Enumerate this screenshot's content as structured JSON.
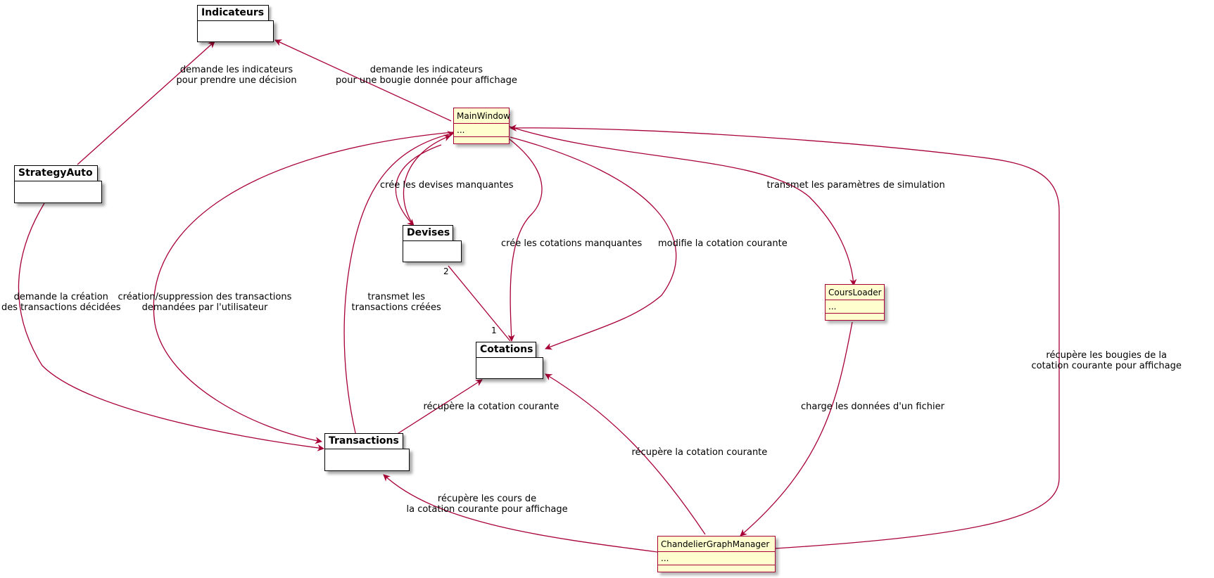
{
  "packages": {
    "indicateurs": "Indicateurs",
    "strategy_auto": "StrategyAuto",
    "devises": "Devises",
    "cotations": "Cotations",
    "transactions": "Transactions"
  },
  "classes": {
    "main_window": {
      "name": "MainWindow",
      "attr": "..."
    },
    "cours_loader": {
      "name": "CoursLoader",
      "attr": "..."
    },
    "chandelier": {
      "name": "ChandelierGraphManager",
      "attr": "..."
    }
  },
  "labels": {
    "mw_indicateurs": [
      "demande les indicateurs",
      "pour une bougie donnée pour affichage"
    ],
    "sa_indicateurs": [
      "demande les indicateurs",
      "pour prendre une décision"
    ],
    "mw_devises": [
      "crée les devises manquantes"
    ],
    "mw_cotations": [
      "crée les cotations manquantes"
    ],
    "mw_cotation_courante": [
      "modifie la cotation courante"
    ],
    "mw_cours_loader": [
      "transmet les paramètres de simulation"
    ],
    "sa_transactions": [
      "demande la création",
      "des transactions décidées"
    ],
    "mw_transactions": [
      "création/suppression des transactions",
      "demandées par l'utilisateur"
    ],
    "tr_mw": [
      "transmet les",
      "transactions créées"
    ],
    "tr_cotations": [
      "récupère la cotation courante"
    ],
    "cl_chandelier": [
      "charge les données d'un fichier"
    ],
    "ch_cotations": [
      "récupère la cotation courante"
    ],
    "ch_transactions": [
      "récupère les cours de",
      "la cotation courante pour affichage"
    ],
    "ch_mw": [
      "récupère les bougies de la",
      "cotation courante pour affichage"
    ]
  },
  "cardinality": {
    "devises_end": "2",
    "cotations_end": "1"
  },
  "colors": {
    "edge": "#a80036",
    "class_fill": "#fefece",
    "class_border": "#a80036"
  }
}
